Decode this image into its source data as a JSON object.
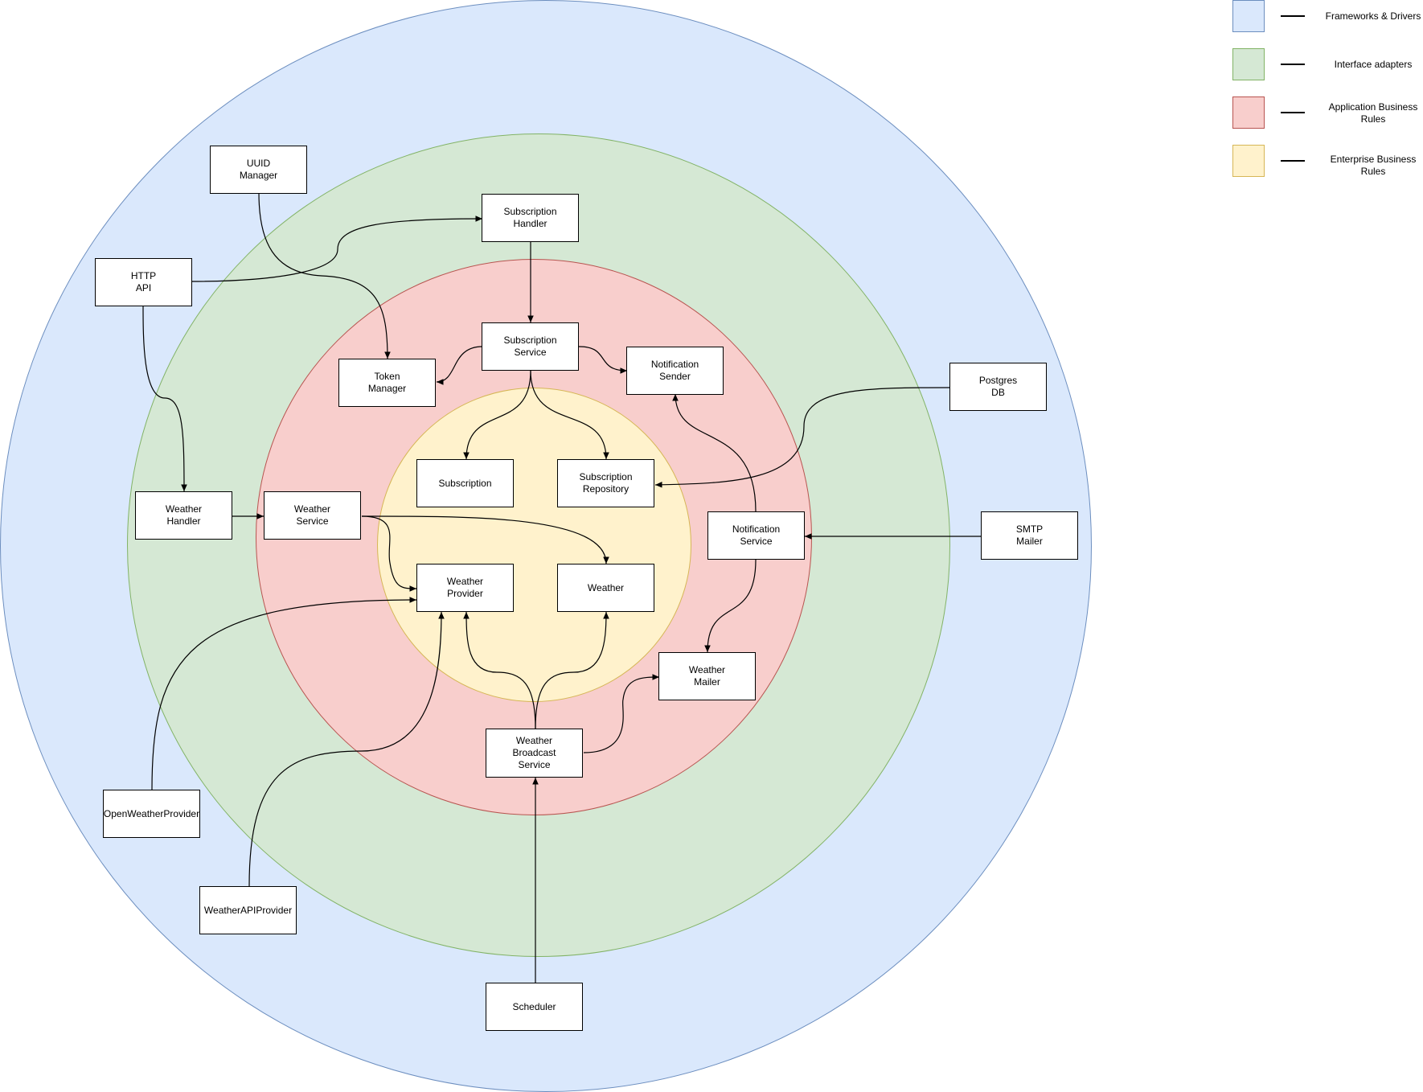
{
  "layers": [
    {
      "id": "frameworks",
      "fill": "#dae8fc",
      "stroke": "#6c8ebf"
    },
    {
      "id": "adapters",
      "fill": "#d5e8d4",
      "stroke": "#82b366"
    },
    {
      "id": "application",
      "fill": "#f8cecc",
      "stroke": "#b85450"
    },
    {
      "id": "enterprise",
      "fill": "#fff2cc",
      "stroke": "#d6b656"
    }
  ],
  "legend": [
    {
      "layer": "frameworks",
      "label": "Frameworks & Drivers"
    },
    {
      "layer": "adapters",
      "label": "Interface adapters"
    },
    {
      "layer": "application",
      "label": "Application Business\nRules"
    },
    {
      "layer": "enterprise",
      "label": "Enterprise Business\nRules"
    }
  ],
  "nodes": {
    "uuid_manager": "UUID\nManager",
    "http_api": "HTTP\nAPI",
    "subscription_handler": "Subscription\nHandler",
    "subscription_service": "Subscription\nService",
    "token_manager": "Token\nManager",
    "notification_sender": "Notification\nSender",
    "postgres_db": "Postgres\nDB",
    "subscription": "Subscription",
    "subscription_repository": "Subscription\nRepository",
    "weather_handler": "Weather\nHandler",
    "weather_service": "Weather\nService",
    "notification_service": "Notification\nService",
    "smtp_mailer": "SMTP\nMailer",
    "weather_provider": "Weather\nProvider",
    "weather": "Weather",
    "weather_mailer": "Weather\nMailer",
    "weather_broadcast_service": "Weather\nBroadcast\nService",
    "open_weather_provider": "OpenWeatherProvider",
    "weather_api_provider": "WeatherAPIProvider",
    "scheduler": "Scheduler"
  },
  "edges": [
    {
      "from": "http_api",
      "to": "subscription_handler"
    },
    {
      "from": "http_api",
      "to": "weather_handler"
    },
    {
      "from": "uuid_manager",
      "to": "token_manager"
    },
    {
      "from": "subscription_handler",
      "to": "subscription_service"
    },
    {
      "from": "subscription_service",
      "to": "token_manager"
    },
    {
      "from": "subscription_service",
      "to": "notification_sender"
    },
    {
      "from": "subscription_service",
      "to": "subscription"
    },
    {
      "from": "subscription_service",
      "to": "subscription_repository"
    },
    {
      "from": "postgres_db",
      "to": "subscription_repository"
    },
    {
      "from": "weather_handler",
      "to": "weather_service"
    },
    {
      "from": "weather_service",
      "to": "weather_provider"
    },
    {
      "from": "weather_service",
      "to": "weather"
    },
    {
      "from": "notification_service",
      "to": "notification_sender"
    },
    {
      "from": "notification_service",
      "to": "weather_mailer"
    },
    {
      "from": "smtp_mailer",
      "to": "notification_service"
    },
    {
      "from": "open_weather_provider",
      "to": "weather_provider"
    },
    {
      "from": "weather_api_provider",
      "to": "weather_provider"
    },
    {
      "from": "weather_broadcast_service",
      "to": "weather_provider"
    },
    {
      "from": "weather_broadcast_service",
      "to": "weather"
    },
    {
      "from": "weather_broadcast_service",
      "to": "weather_mailer"
    },
    {
      "from": "scheduler",
      "to": "weather_broadcast_service"
    }
  ]
}
